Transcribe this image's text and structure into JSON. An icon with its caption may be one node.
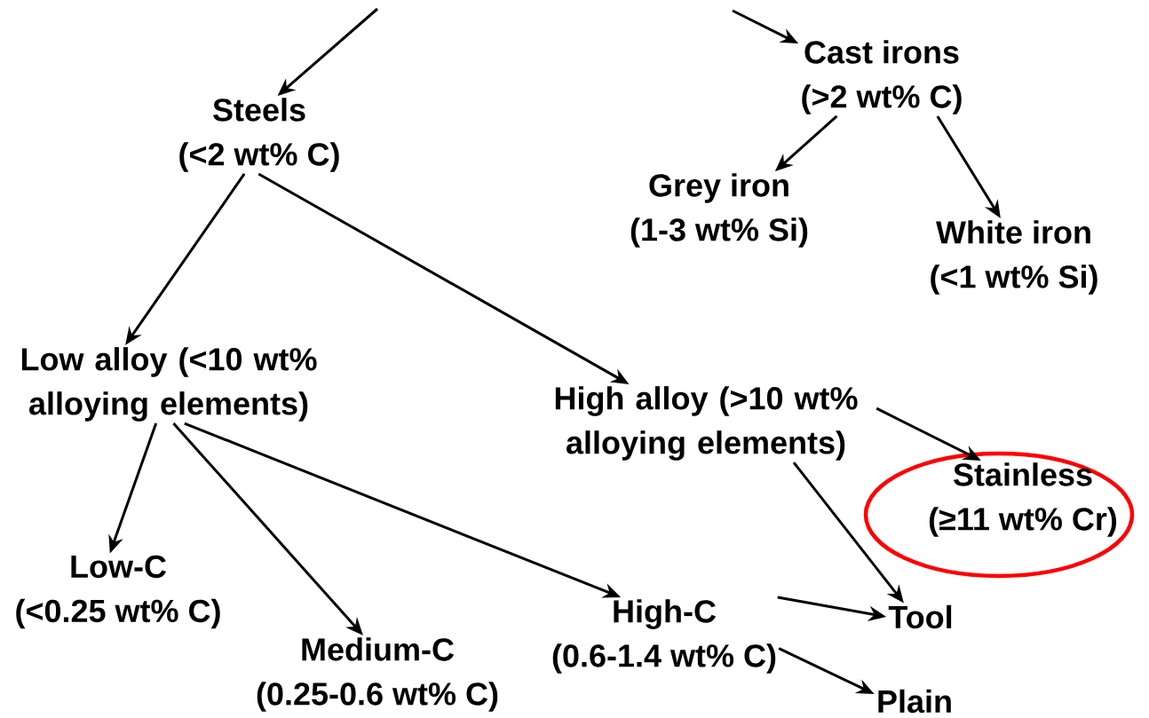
{
  "diagram": {
    "nodes": [
      {
        "text": [
          "Steels",
          "(<2 wt% C)"
        ]
      },
      {
        "text": [
          "Cast irons",
          "(>2 wt% C)"
        ]
      },
      {
        "text": [
          "Grey iron",
          "(1-3 wt% Si)"
        ]
      },
      {
        "text": [
          "White iron",
          "(<1 wt% Si)"
        ]
      },
      {
        "text": [
          "Low alloy (<10 wt% alloying elements)"
        ]
      },
      {
        "text": [
          "High alloy (>10 wt% alloying elements)"
        ]
      },
      {
        "text": [
          "Stainless",
          "(≥11 wt% Cr)"
        ]
      },
      {
        "text": [
          "Low-C",
          "(<0.25 wt% C)"
        ]
      },
      {
        "text": [
          "Medium-C",
          "(0.25-0.6 wt% C)"
        ]
      },
      {
        "text": [
          "High-C",
          "(0.6-1.4 wt% C)"
        ]
      },
      {
        "text": [
          "Tool"
        ]
      },
      {
        "text": [
          "Plain"
        ]
      }
    ],
    "edges": [
      {
        "from": null,
        "to": 0,
        "arrow": "to"
      },
      {
        "from": null,
        "to": 1,
        "arrow": "to"
      },
      {
        "from": 0,
        "to": 4,
        "arrow": "to"
      },
      {
        "from": 0,
        "to": 5,
        "arrow": "to"
      },
      {
        "from": 1,
        "to": 2,
        "arrow": "to"
      },
      {
        "from": 1,
        "to": 3,
        "arrow": "to"
      },
      {
        "from": 4,
        "to": 7,
        "arrow": "to"
      },
      {
        "from": 4,
        "to": 8,
        "arrow": "to"
      },
      {
        "from": 4,
        "to": 9,
        "arrow": "to"
      },
      {
        "from": 5,
        "to": 6,
        "arrow": "to"
      },
      {
        "from": 5,
        "to": 10,
        "arrow": "to"
      },
      {
        "from": 9,
        "to": 10,
        "arrow": "to"
      },
      {
        "from": 9,
        "to": 11,
        "arrow": "to"
      }
    ]
  }
}
